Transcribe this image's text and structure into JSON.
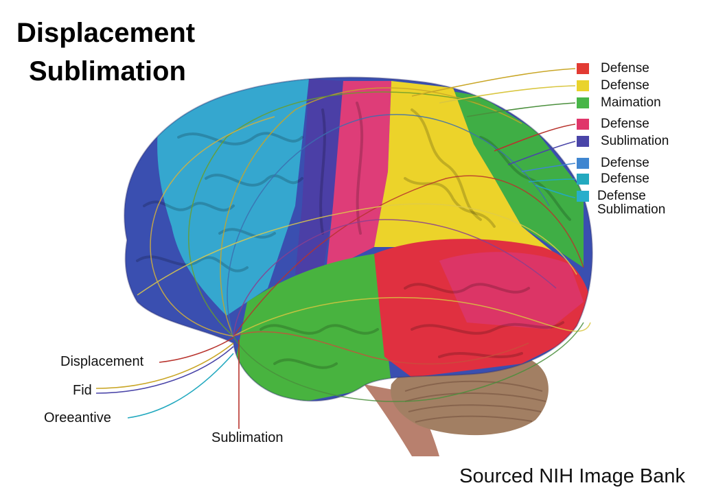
{
  "title": {
    "line1": "Displacement",
    "line2": "Sublimation"
  },
  "legend": [
    {
      "label": "Defense",
      "color": "#e23b33"
    },
    {
      "label": "Defense",
      "color": "#e9d32c"
    },
    {
      "label": "Maimation",
      "color": "#48b648"
    },
    {
      "label": "Defense",
      "color": "#e0366a"
    },
    {
      "label": "Sublimation",
      "color": "#4a45a8"
    },
    {
      "label": "Defense",
      "color": "#3f86d0"
    },
    {
      "label": "Defense",
      "color": "#23a9bf"
    },
    {
      "label": "Defense\nSublimation",
      "color": "#27aecb"
    }
  ],
  "callouts": {
    "displacement": "Displacement",
    "fid": "Fid",
    "oreeantive": "Oreeantive",
    "sublimation": "Sublimation"
  },
  "credit": "Sourced NIH Image Bank",
  "colors": {
    "frontal_dark_blue": "#3a4fb0",
    "frontal_light_blue": "#35a7cf",
    "motor_purple": "#4b3fa6",
    "sensory_pink": "#de3d78",
    "parietal_yellow": "#ecd32a",
    "occipital_green": "#3fae45",
    "temporal_green": "#48b33f",
    "temporal_red": "#e03040",
    "cerebellum_brown": "#a27f63"
  }
}
